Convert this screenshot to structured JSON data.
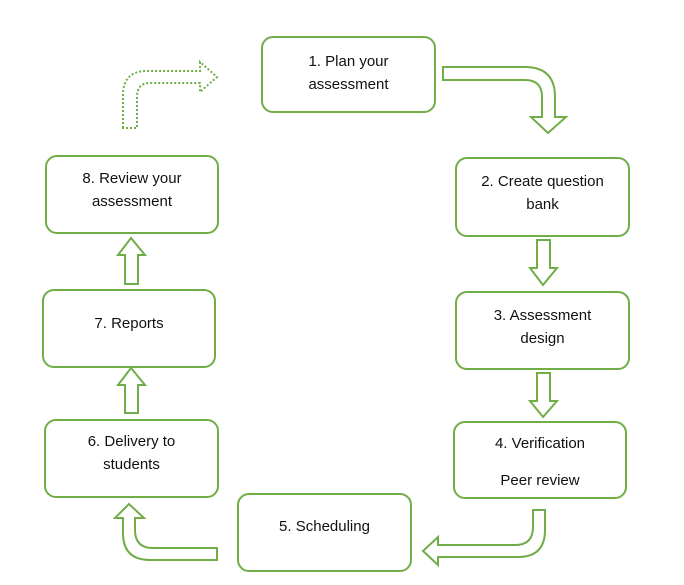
{
  "colors": {
    "accent": "#70ad47"
  },
  "steps": [
    {
      "line1": "1. Plan your",
      "line2": "assessment"
    },
    {
      "line1": "2. Create question",
      "line2": "bank"
    },
    {
      "line1": "3. Assessment",
      "line2": "design"
    },
    {
      "line1": "4. Verification",
      "line2": "Peer review"
    },
    {
      "line1": "5. Scheduling"
    },
    {
      "line1": "6. Delivery to",
      "line2": "students"
    },
    {
      "line1": "7. Reports"
    },
    {
      "line1": "8. Review your",
      "line2": "assessment"
    }
  ]
}
